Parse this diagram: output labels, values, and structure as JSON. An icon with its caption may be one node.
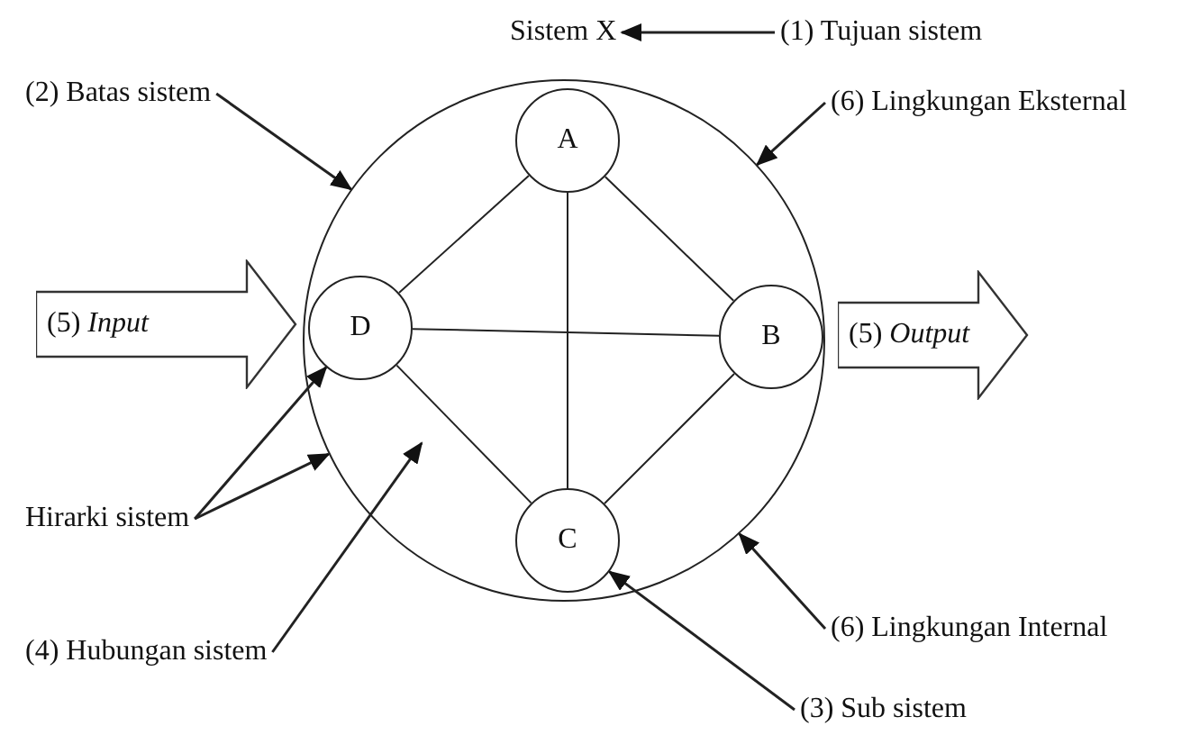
{
  "diagram": {
    "nodes": [
      {
        "text": [
          "Sistem X"
        ]
      },
      {
        "text": [],
        "shape": "circle"
      },
      {
        "text": [
          "A"
        ],
        "in": 1
      },
      {
        "text": [
          "B"
        ],
        "in": 1
      },
      {
        "text": [
          "C"
        ],
        "in": 1
      },
      {
        "text": [
          "D"
        ],
        "in": 1
      },
      {
        "text": [
          "(5) *Input*"
        ]
      },
      {
        "text": [
          "(5) *Output*"
        ]
      },
      {
        "text": [
          "(1) Tujuan sistem"
        ]
      },
      {
        "text": [
          "(2) Batas sistem"
        ]
      },
      {
        "text": [
          "(6) Lingkungan Eksternal"
        ]
      },
      {
        "text": [
          "Hirarki sistem"
        ]
      },
      {
        "text": [
          "(4) Hubungan sistem"
        ]
      },
      {
        "text": [
          "(3) Sub sistem"
        ]
      },
      {
        "text": [
          "(6) Lingkungan Internal"
        ]
      }
    ],
    "edges": [
      {
        "from": 2,
        "to": 3,
        "arrow": "none"
      },
      {
        "from": 2,
        "to": 5,
        "arrow": "none"
      },
      {
        "from": 2,
        "to": 4,
        "arrow": "none"
      },
      {
        "from": 5,
        "to": 3,
        "arrow": "none"
      },
      {
        "from": 5,
        "to": 4,
        "arrow": "none"
      },
      {
        "from": 4,
        "to": 3,
        "arrow": "none"
      },
      {
        "from": 8,
        "to": 0,
        "arrow": "to"
      },
      {
        "from": 9,
        "to": 1,
        "arrow": "to"
      },
      {
        "from": 10,
        "to": 1,
        "arrow": "to"
      },
      {
        "from": 11,
        "to": 5,
        "arrow": "to"
      },
      {
        "from": 11,
        "to": 1,
        "arrow": "to"
      },
      {
        "from": 12,
        "to": null,
        "arrow": "to"
      },
      {
        "from": 13,
        "to": 4,
        "arrow": "to"
      },
      {
        "from": 14,
        "to": 1,
        "arrow": "to"
      }
    ]
  }
}
